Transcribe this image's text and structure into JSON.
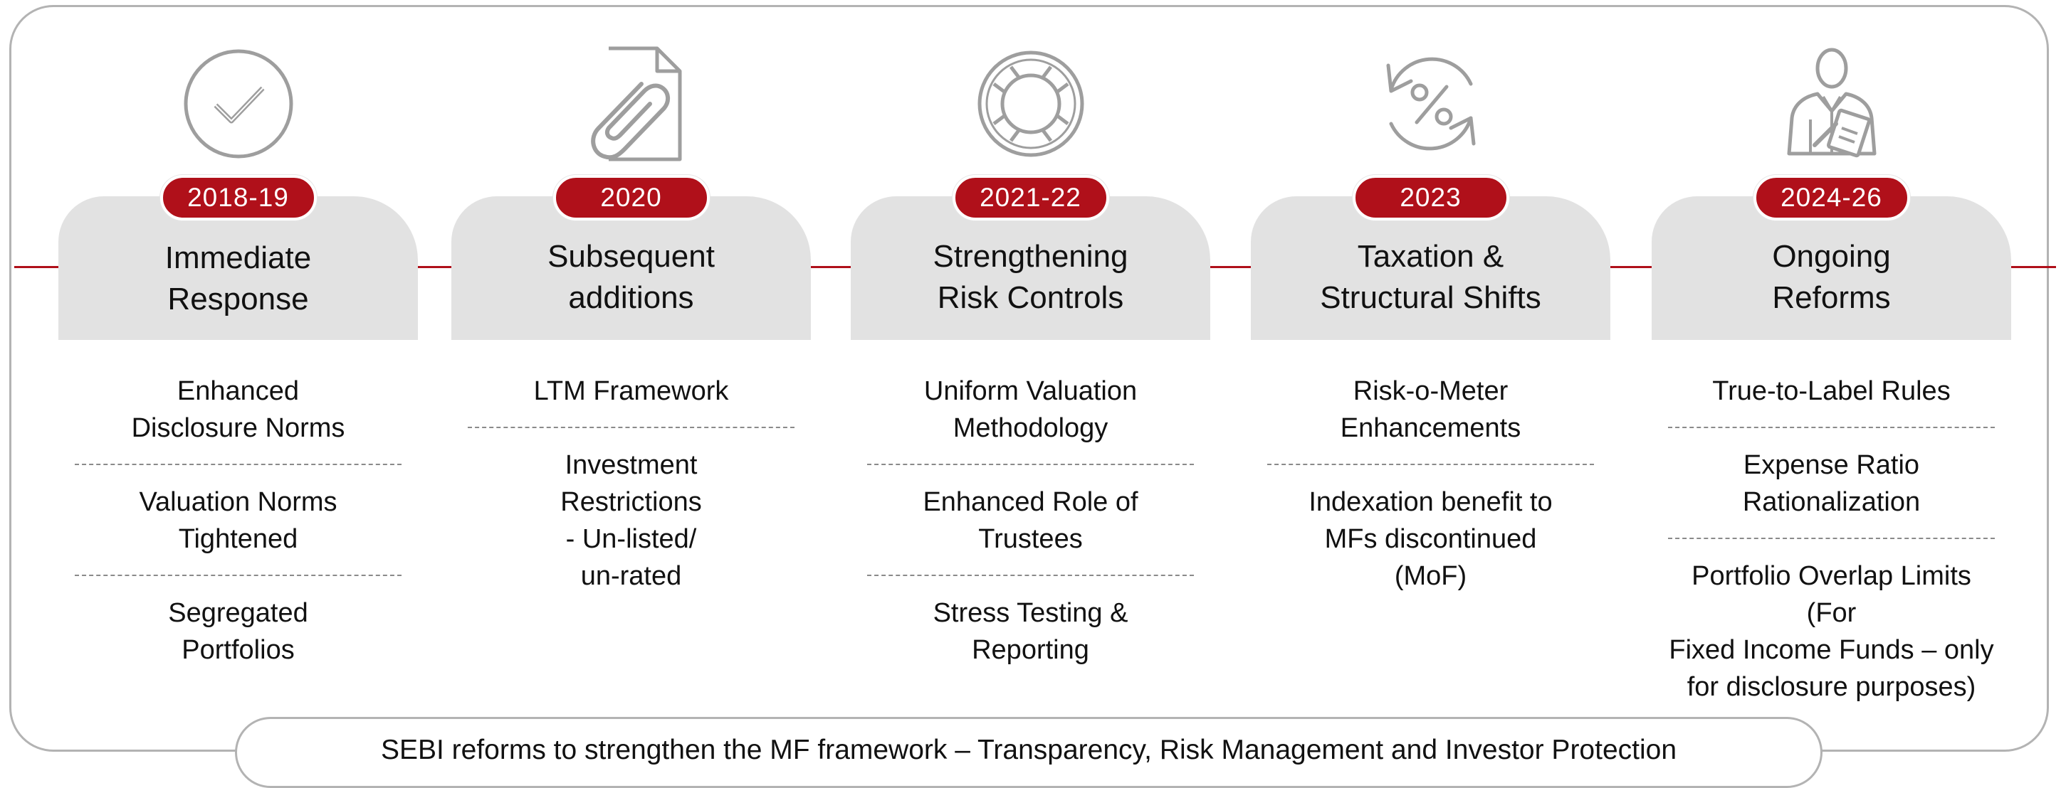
{
  "stages": [
    {
      "year": "2018-19",
      "title": "Immediate\nResponse",
      "icon": "checkmark-circle-icon",
      "items": [
        "Enhanced\nDisclosure Norms",
        "Valuation Norms\nTightened",
        "Segregated\nPortfolios"
      ]
    },
    {
      "year": "2020",
      "title": "Subsequent\nadditions",
      "icon": "paperclip-document-icon",
      "items": [
        "LTM Framework",
        "Investment\nRestrictions\n- Un-listed/\nun-rated"
      ]
    },
    {
      "year": "2021-22",
      "title": "Strengthening\nRisk Controls",
      "icon": "lifebuoy-icon",
      "items": [
        "Uniform Valuation\nMethodology",
        "Enhanced Role of\nTrustees",
        "Stress Testing &\nReporting"
      ]
    },
    {
      "year": "2023",
      "title": "Taxation &\nStructural Shifts",
      "icon": "percent-refresh-icon",
      "items": [
        "Risk-o-Meter\nEnhancements",
        "Indexation benefit to\nMFs discontinued\n(MoF)"
      ]
    },
    {
      "year": "2024-26",
      "title": "Ongoing\nReforms",
      "icon": "person-clipboard-icon",
      "items": [
        "True-to-Label Rules",
        "Expense Ratio\nRationalization",
        "Portfolio Overlap Limits (For\nFixed Income Funds – only\nfor disclosure purposes)"
      ]
    }
  ],
  "footer": {
    "caption": "SEBI reforms to strengthen the MF framework – Transparency, Risk Management and Investor Protection"
  },
  "colors": {
    "accent": "#b0101a",
    "card": "#e2e2e2",
    "border": "#b3b3b3",
    "icon_stroke": "#9e9e9e"
  }
}
